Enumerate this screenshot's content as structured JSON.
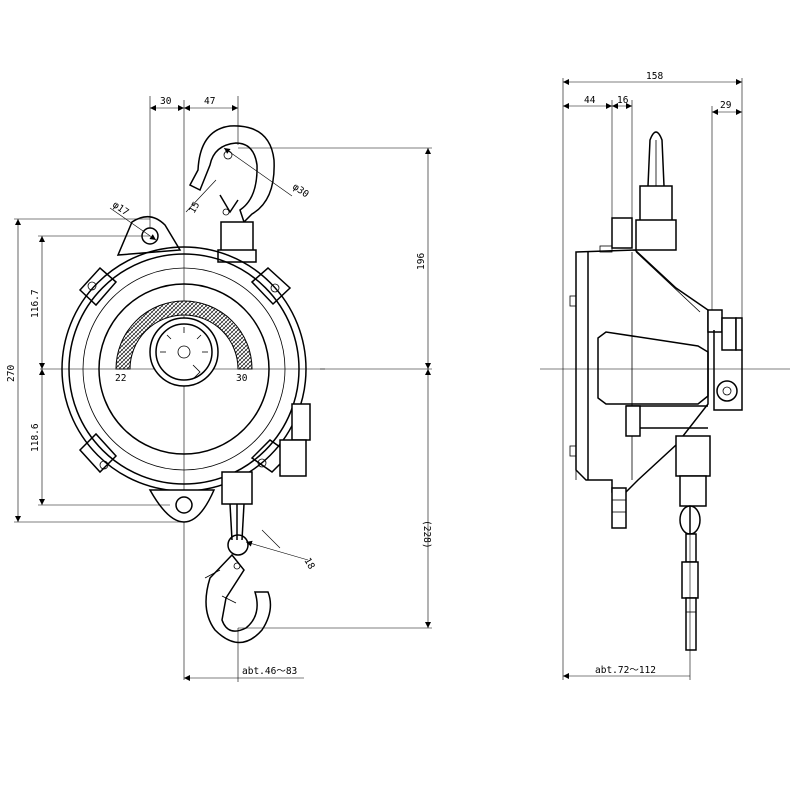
{
  "dimensions": {
    "d30_top": "30",
    "d47_top": "47",
    "phi17": "φ17",
    "phi30": "φ30",
    "d15": "15",
    "d270": "270",
    "d116_7": "116.7",
    "d118_6": "118.6",
    "d196": "196",
    "d228": "(228)",
    "d18": "18",
    "abt_front": "abt.46～83",
    "d158": "158",
    "d44": "44",
    "d16": "16",
    "d29": "29",
    "abt_side": "abt.72～112"
  },
  "scale": {
    "min": "22",
    "max": "30"
  }
}
